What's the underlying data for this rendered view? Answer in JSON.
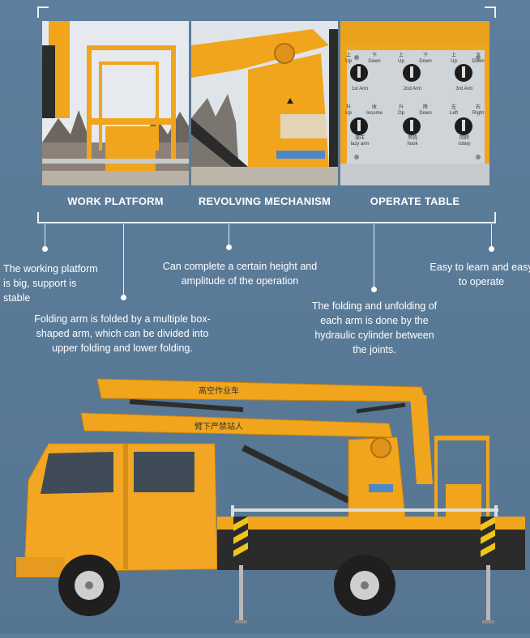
{
  "panels": [
    {
      "caption": "WORK PLATFORM"
    },
    {
      "caption": "REVOLVING MECHANISM"
    },
    {
      "caption": "OPERATE TABLE"
    }
  ],
  "control_panel": {
    "top_row": [
      {
        "up": "上",
        "down": "下",
        "up_en": "Up",
        "down_en": "Down",
        "label": "1st  Arm"
      },
      {
        "up": "上",
        "down": "下",
        "up_en": "Up",
        "down_en": "Down",
        "label": "2nd  Arm"
      },
      {
        "up": "上",
        "down": "下",
        "up_en": "Up",
        "down_en": "Down",
        "label": "3rd  Arm"
      }
    ],
    "bottom_row": [
      {
        "up": "升",
        "down": "收",
        "up_en": "Up",
        "down_en": "Income",
        "label_cn": "液压",
        "label": "lazy  arm"
      },
      {
        "up": "升",
        "down": "降",
        "up_en": "Op",
        "down_en": "Down",
        "label_cn": "吊钩",
        "label": "hook"
      },
      {
        "up": "左",
        "down": "右",
        "up_en": "Left",
        "down_en": "Right",
        "label_cn": "回转",
        "label": "rotary"
      }
    ]
  },
  "notes": {
    "n1": "The working platform is big, support is stable",
    "n2": "Folding arm is folded by a multiple box-shaped arm, which can be divided into upper folding and lower folding.",
    "n3": "Can complete a certain height and amplitude of the operation",
    "n4": "The folding and unfolding of each arm is done by the hydraulic cylinder between the joints.",
    "n5": "Easy to learn and easy to operate"
  },
  "truck": {
    "boom_text_upper": "高空作业车",
    "boom_text_lower": "臂下严禁站人"
  },
  "colors": {
    "background": "#5a7b98",
    "boom_yellow": "#f0a51c",
    "cab_yellow": "#f2a623",
    "line_white": "#e8eef4"
  }
}
